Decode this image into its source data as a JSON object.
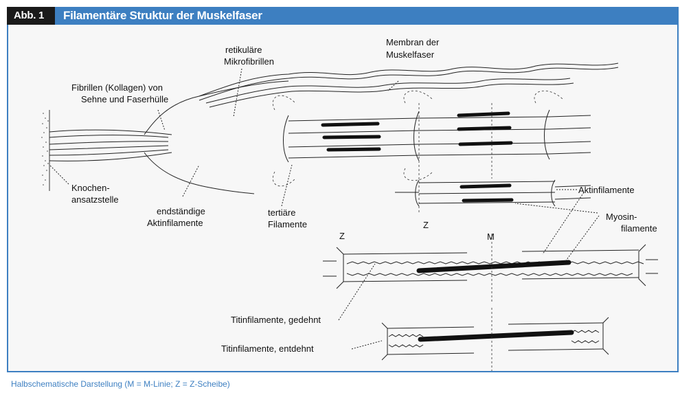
{
  "header": {
    "figure_number": "Abb. 1",
    "title": "Filamentäre Struktur der Muskelfaser"
  },
  "labels": {
    "retikulaere_1": "retikuläre",
    "retikulaere_2": "Mikrofibrillen",
    "membran_1": "Membran der",
    "membran_2": "Muskelfaser",
    "fibrillen_1": "Fibrillen (Kollagen) von",
    "fibrillen_2": "Sehne und Faserhülle",
    "knochen_1": "Knochen-",
    "knochen_2": "ansatzstelle",
    "endstaendige_1": "endständige",
    "endstaendige_2": "Aktinfilamente",
    "tertiaere_1": "tertiäre",
    "tertiaere_2": "Filamente",
    "z_small": "Z",
    "aktinfilamente": "Aktinfilamente",
    "myosin_1": "Myosin-",
    "myosin_2": "filamente",
    "z_large": "Z",
    "m_line": "M",
    "titin_gedehnt": "Titinfilamente, gedehnt",
    "titin_entdehnt": "Titinfilamente, entdehnt"
  },
  "caption": "Halbschematische Darstellung (M = M-Linie; Z = Z-Scheibe)",
  "colors": {
    "accent_blue": "#3d7fc1",
    "header_dark": "#1a1a1a"
  }
}
